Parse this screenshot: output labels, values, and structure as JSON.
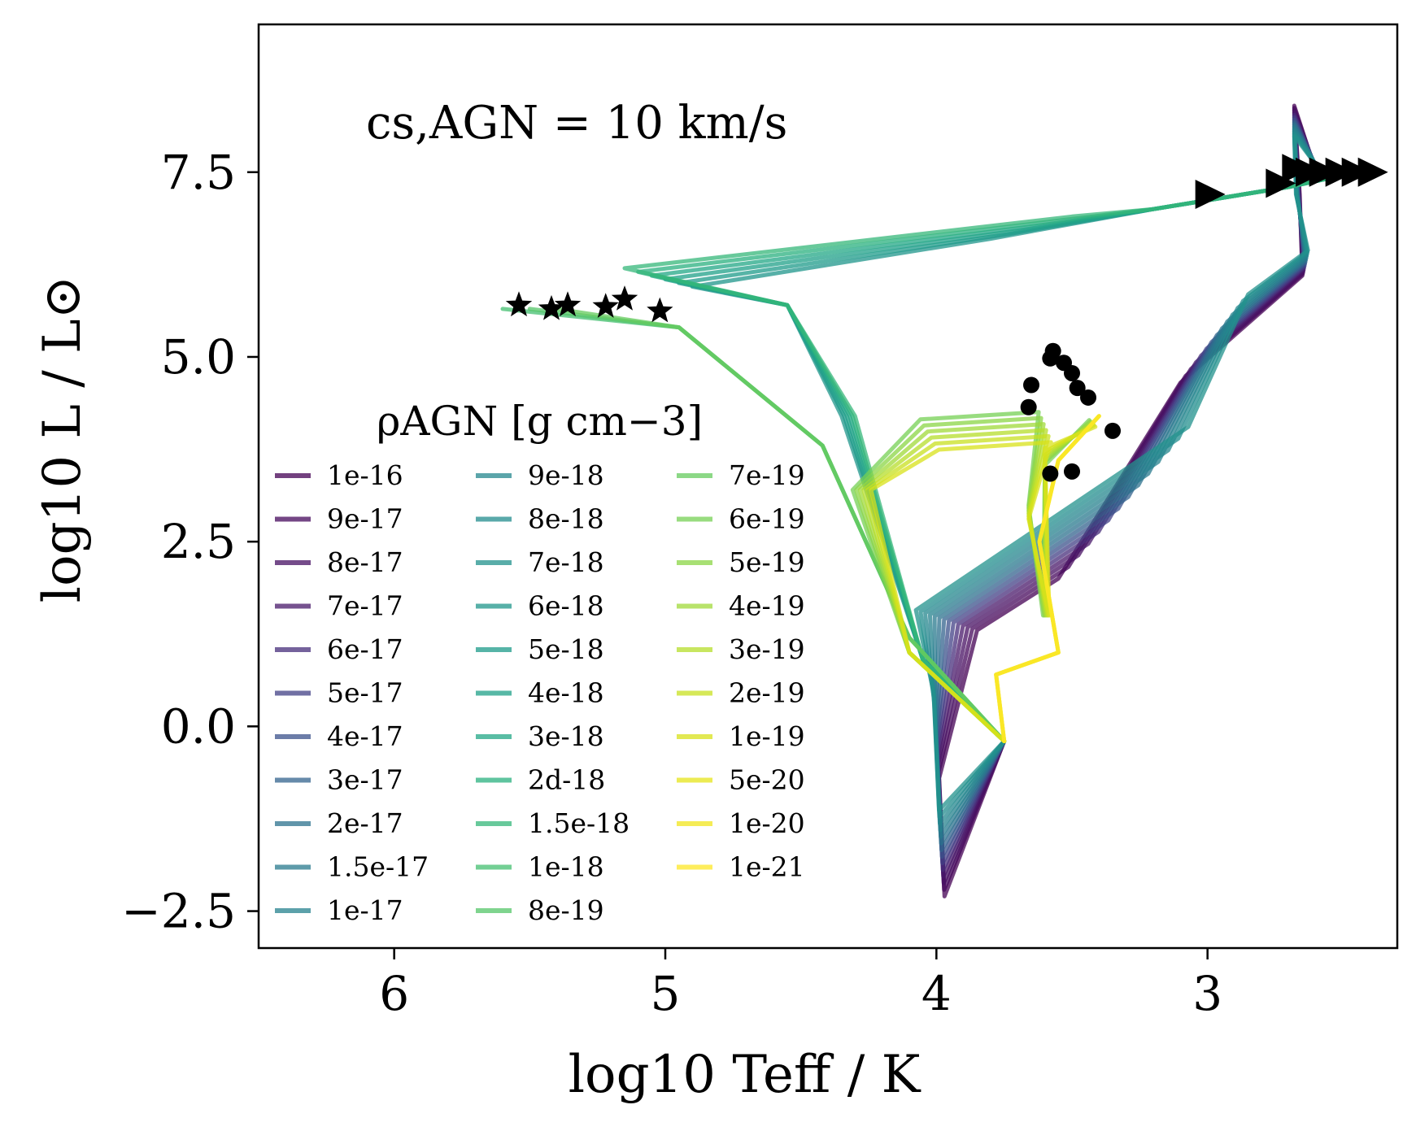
{
  "chart_data": {
    "type": "line",
    "xlabel": "log10 Teff / K",
    "ylabel": "log10 L / L⊙",
    "xlim": [
      6.5,
      2.3
    ],
    "ylim": [
      -3.0,
      9.5
    ],
    "x_inverted": true,
    "x_ticks": [
      6,
      5,
      4,
      3
    ],
    "y_ticks": [
      -2.5,
      0.0,
      2.5,
      5.0,
      7.5
    ],
    "x_tick_labels": [
      "6",
      "5",
      "4",
      "3"
    ],
    "y_tick_labels": [
      "−2.5",
      "0.0",
      "2.5",
      "5.0",
      "7.5"
    ],
    "annotation": "cs,AGN = 10 km/s",
    "legend": {
      "title": "ρAGN [g cm−3]",
      "placement": "lower-left",
      "columns": 3,
      "entries": [
        {
          "label": "1e-16",
          "color": "#440154"
        },
        {
          "label": "9e-17",
          "color": "#46085c"
        },
        {
          "label": "8e-17",
          "color": "#471063"
        },
        {
          "label": "7e-17",
          "color": "#48186a"
        },
        {
          "label": "6e-17",
          "color": "#472d7b"
        },
        {
          "label": "5e-17",
          "color": "#424086"
        },
        {
          "label": "4e-17",
          "color": "#3b528b"
        },
        {
          "label": "3e-17",
          "color": "#33638d"
        },
        {
          "label": "2e-17",
          "color": "#2c728e"
        },
        {
          "label": "1.5e-17",
          "color": "#28798e"
        },
        {
          "label": "1e-17",
          "color": "#26828e"
        },
        {
          "label": "9e-18",
          "color": "#24878e"
        },
        {
          "label": "8e-18",
          "color": "#228c8d"
        },
        {
          "label": "7e-18",
          "color": "#21918c"
        },
        {
          "label": "6e-18",
          "color": "#1f968b"
        },
        {
          "label": "5e-18",
          "color": "#1e9b8a"
        },
        {
          "label": "4e-18",
          "color": "#1fa088"
        },
        {
          "label": "3e-18",
          "color": "#22a785"
        },
        {
          "label": "2d-18",
          "color": "#2ab07f"
        },
        {
          "label": "1.5e-18",
          "color": "#35b779"
        },
        {
          "label": "1e-18",
          "color": "#44bf70"
        },
        {
          "label": "8e-19",
          "color": "#54c568"
        },
        {
          "label": "7e-19",
          "color": "#65cb5e"
        },
        {
          "label": "6e-19",
          "color": "#75d054"
        },
        {
          "label": "5e-19",
          "color": "#8bd646"
        },
        {
          "label": "4e-19",
          "color": "#a0da39"
        },
        {
          "label": "3e-19",
          "color": "#b5de2b"
        },
        {
          "label": "2e-19",
          "color": "#c8e020"
        },
        {
          "label": "1e-19",
          "color": "#d8e219"
        },
        {
          "label": "5e-20",
          "color": "#e5e419"
        },
        {
          "label": "1e-20",
          "color": "#f1e51d"
        },
        {
          "label": "1e-21",
          "color": "#fde725"
        }
      ]
    },
    "markers": {
      "stars": [
        [
          5.54,
          5.7
        ],
        [
          5.42,
          5.65
        ],
        [
          5.36,
          5.7
        ],
        [
          5.22,
          5.68
        ],
        [
          5.15,
          5.78
        ],
        [
          5.02,
          5.62
        ]
      ],
      "circles": [
        [
          3.57,
          5.08
        ],
        [
          3.58,
          4.98
        ],
        [
          3.53,
          4.92
        ],
        [
          3.5,
          4.78
        ],
        [
          3.48,
          4.58
        ],
        [
          3.44,
          4.45
        ],
        [
          3.65,
          4.62
        ],
        [
          3.66,
          4.32
        ],
        [
          3.35,
          4.0
        ],
        [
          3.58,
          3.42
        ],
        [
          3.5,
          3.45
        ]
      ],
      "triangles": [
        [
          3.0,
          7.2
        ],
        [
          2.74,
          7.35
        ],
        [
          2.68,
          7.55
        ],
        [
          2.63,
          7.5
        ],
        [
          2.58,
          7.5
        ],
        [
          2.52,
          7.5
        ],
        [
          2.46,
          7.5
        ],
        [
          2.4,
          7.5
        ]
      ]
    }
  }
}
